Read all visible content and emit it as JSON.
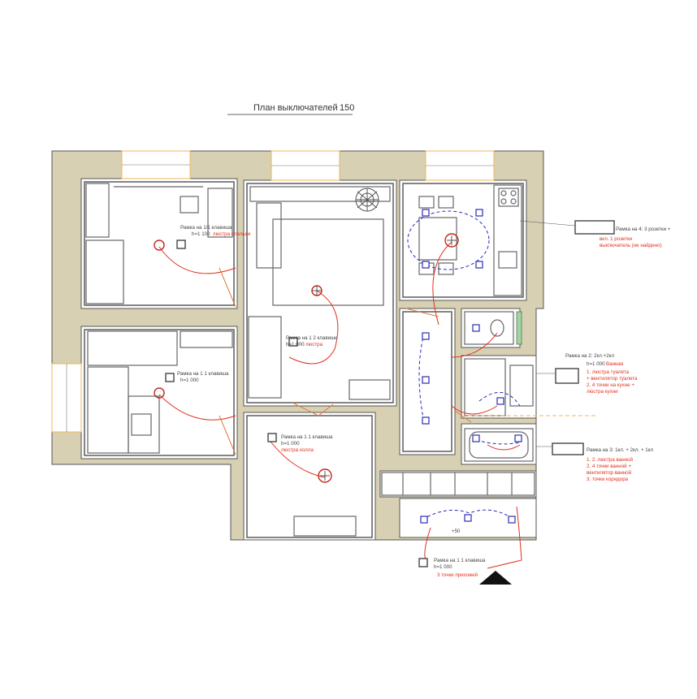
{
  "title": "План выключателей",
  "scale": "150",
  "colors": {
    "wall_fill": "#d7d0b3",
    "line": "#555555",
    "wire": "#e0301e",
    "dashed": "#2b2bb8",
    "window": "#f0b65a"
  },
  "labels": {
    "bedroom_frame": "Рамка на 1/1 клавиша",
    "bedroom_h": "h=1 100",
    "bedroom_red": "люстра спальни",
    "living_frame": "Рамка на 1 2 клавиши",
    "living_h": "h=1 000",
    "living_red": "люстра",
    "kitchen_frame": "Рамка на 4: 3 розетки +",
    "kitchen_red1": "вкл. 1 розетки",
    "kitchen_red2": "выключатель (не найдено)",
    "child_frame": "Рамка на 1 1 клавиша",
    "child_h": "h=1 000",
    "hall_frame": "Рамка на 1 1 клавиша",
    "hall_h": "h=1 000",
    "hall_red": "люстра холла",
    "toilet_frame": "Рамка на 2: 2кл.+2кл",
    "toilet_h": "h=1 000",
    "toilet_note": "Ванная",
    "toilet_red1": "1. люстра туалета",
    "toilet_red2": "+ вентилятор туалета",
    "toilet_red3": "2. 4 точки на кухне +",
    "toilet_red4": "люстра кухни",
    "bath_frame": "Рамка на 3: 1кл. + 2кл. + 1кл",
    "bath_red1": "1. 2. люстра ванной",
    "bath_red2": "2. 4 точки ванной +",
    "bath_red3": "вентилятор ванной",
    "bath_red4": "3. точки коридора",
    "entry_frame": "Рамка на 1 1 клавиша",
    "entry_h": "h=1 000",
    "entry_red": "3 точки прихожей",
    "dim_small": "+50"
  }
}
